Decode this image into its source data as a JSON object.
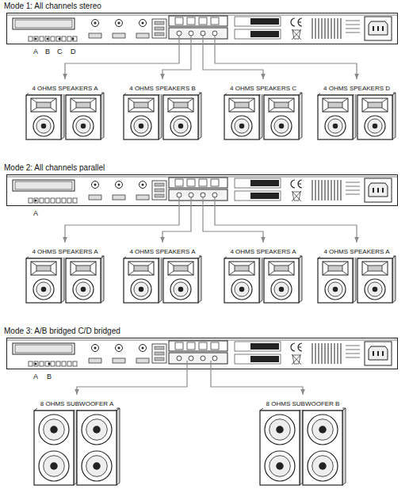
{
  "diagram": {
    "nodes": [
      {
        "text": [
          "A",
          "B",
          "C",
          "D"
        ]
      },
      {
        "text": [
          "4 OHMS SPEAKERS  A"
        ]
      },
      {
        "text": [
          "4 OHMS SPEAKERS  B"
        ]
      },
      {
        "text": [
          "4 OHMS SPEAKERS  C"
        ]
      },
      {
        "text": [
          "4 OHMS SPEAKERS  D"
        ]
      },
      {
        "text": [
          "A"
        ]
      },
      {
        "text": [
          "4 OHMS SPEAKERS  A"
        ]
      },
      {
        "text": [
          "4 OHMS SPEAKERS  A"
        ]
      },
      {
        "text": [
          "4 OHMS SPEAKERS  A"
        ]
      },
      {
        "text": [
          "4 OHMS SPEAKERS  A"
        ]
      },
      {
        "text": [
          "A",
          "B"
        ]
      },
      {
        "text": [
          "8 OHMS SUBWOOFER  A"
        ]
      },
      {
        "text": [
          "8 OHMS SUBWOOFER  B"
        ]
      }
    ],
    "edges": [
      {
        "from": 0,
        "to": 1,
        "arrow": "to"
      },
      {
        "from": 0,
        "to": 2,
        "arrow": "to"
      },
      {
        "from": 0,
        "to": 3,
        "arrow": "to"
      },
      {
        "from": 0,
        "to": 4,
        "arrow": "to"
      },
      {
        "from": 5,
        "to": 6,
        "arrow": "to"
      },
      {
        "from": 5,
        "to": 7,
        "arrow": "to"
      },
      {
        "from": 5,
        "to": 8,
        "arrow": "to"
      },
      {
        "from": 5,
        "to": 9,
        "arrow": "to"
      },
      {
        "from": 10,
        "to": 11,
        "arrow": "to"
      },
      {
        "from": 10,
        "to": 12,
        "arrow": "to"
      }
    ],
    "labels": [
      "Mode 1: All channels stereo",
      "Mode 2: All channels parallel",
      "Mode 3: A/B bridged C/D bridged"
    ]
  }
}
